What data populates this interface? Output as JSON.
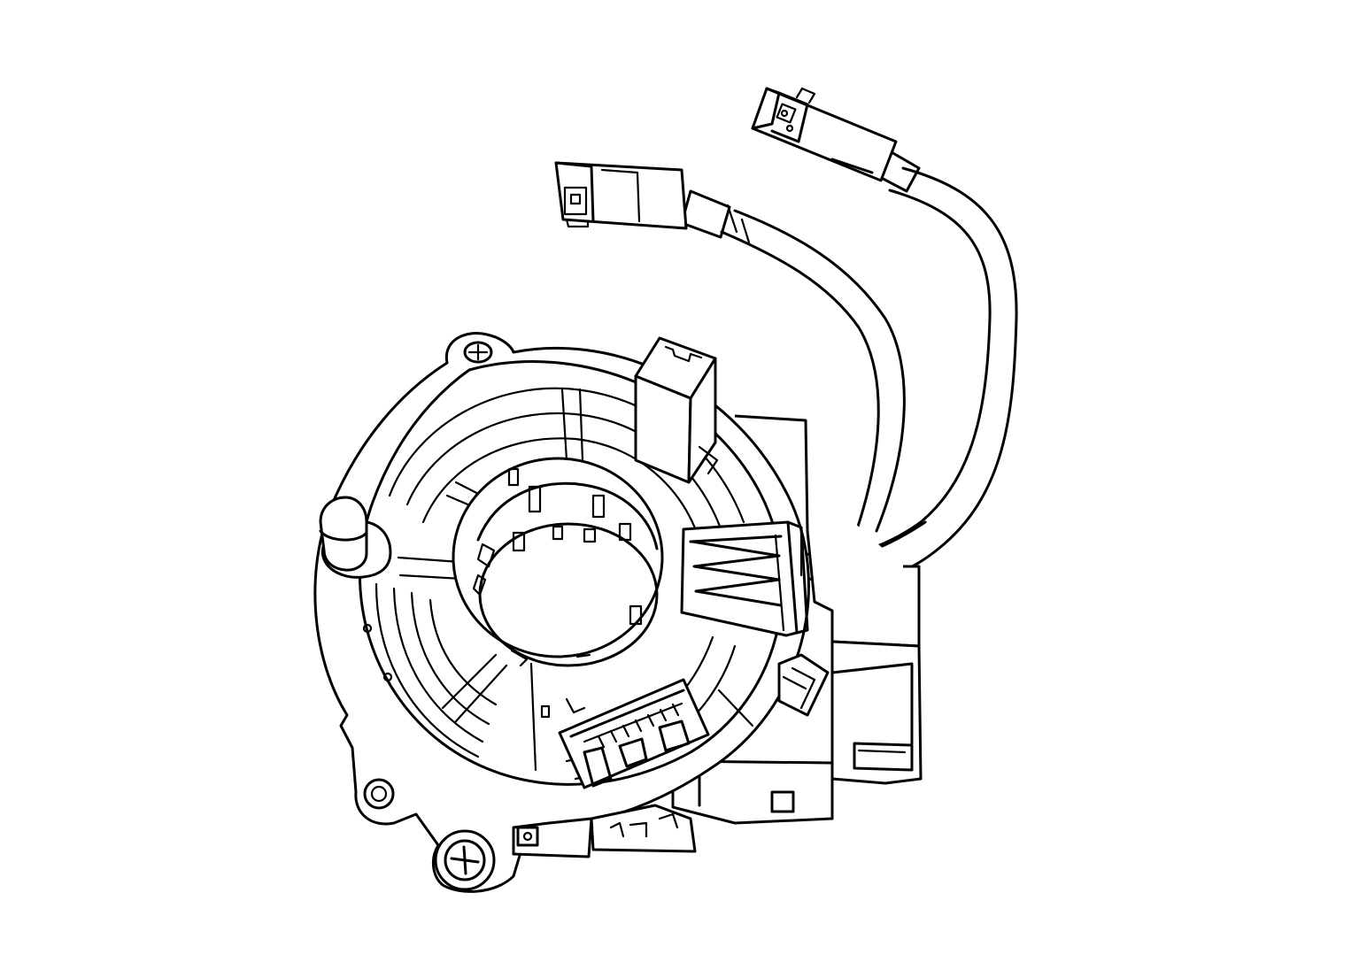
{
  "diagram": {
    "subject": "steering-wheel-clock-spring-assembly",
    "style": "black line art on white",
    "colors": {
      "line": "#000000",
      "background": "#ffffff"
    },
    "components": [
      "clock-spring-housing",
      "center-rotor-opening",
      "wire-harness-cable",
      "connector-plug-upper",
      "connector-plug-left",
      "top-connector-socket",
      "side-connector",
      "bottom-connector",
      "mounting-screw",
      "locating-pin"
    ]
  }
}
